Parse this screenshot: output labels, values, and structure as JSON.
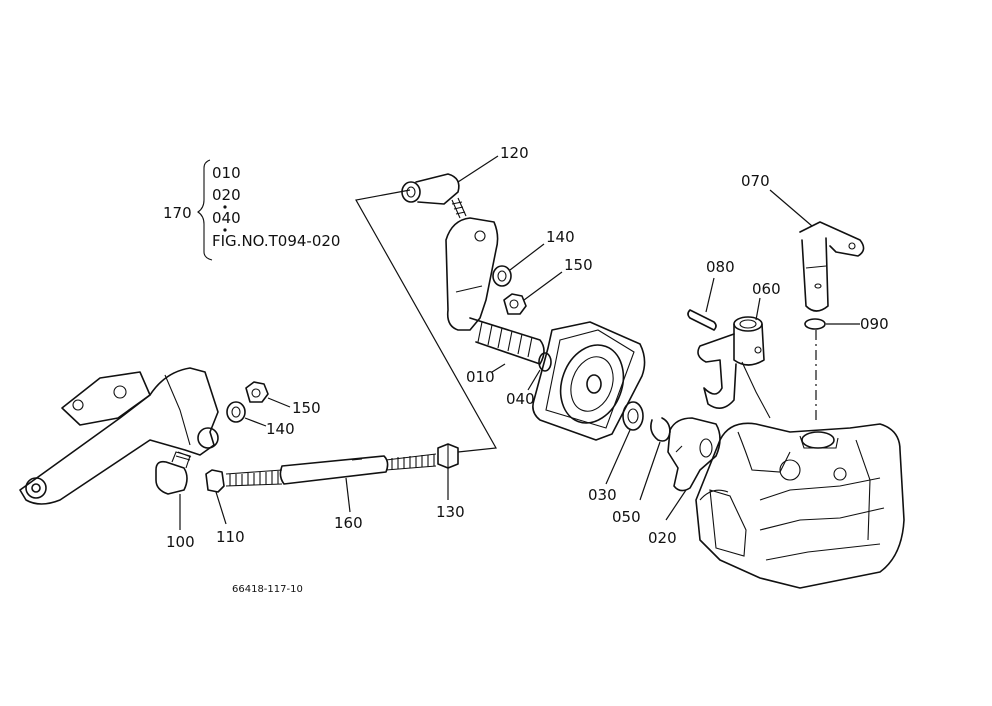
{
  "labels": {
    "p010": "010",
    "p020": "020",
    "p030": "030",
    "p040a": "040",
    "p040b": "040",
    "p050": "050",
    "p060": "060",
    "p070": "070",
    "p080": "080",
    "p090": "090",
    "p100": "100",
    "p110": "110",
    "p120": "120",
    "p130": "130",
    "p140a": "140",
    "p140b": "140",
    "p150a": "150",
    "p150b": "150",
    "p160": "160",
    "p170": "170"
  },
  "assembly_group": {
    "items": [
      "010",
      "020",
      "040"
    ],
    "reference": "FIG.NO.T094-020"
  },
  "drawing_number": "66418-117-10"
}
